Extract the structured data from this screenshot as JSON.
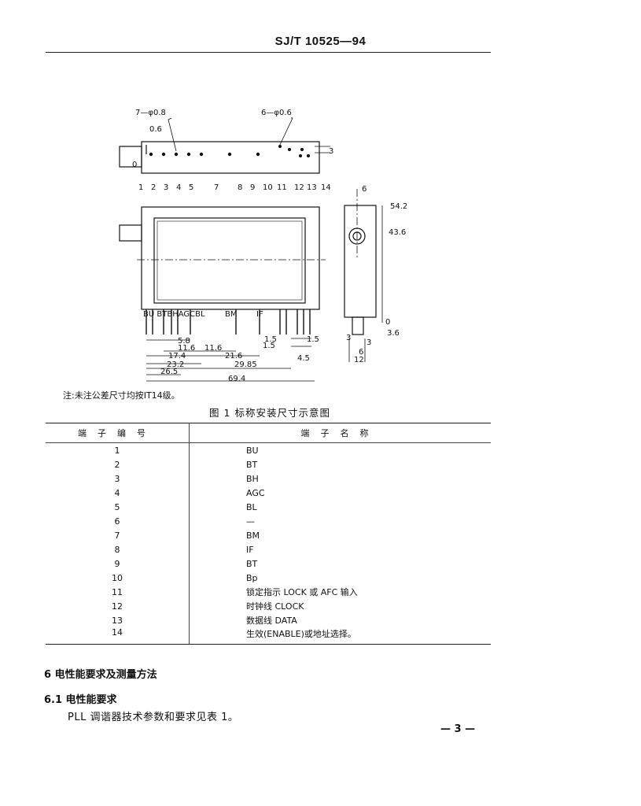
{
  "header": {
    "standard_code": "SJ/T 10525—94"
  },
  "figure": {
    "top_labels": {
      "hole_7": "7—φ0.8",
      "hole_6": "6—φ0.6",
      "dim_0_6": "0.6",
      "dim_0": "0",
      "dim_3": "3"
    },
    "pin_numbers": [
      "1",
      "2",
      "3",
      "4",
      "5",
      "7",
      "8",
      "9",
      "10",
      "11",
      "12",
      "13",
      "14"
    ],
    "pin_labels": "BU BTBHAGCBL",
    "pin_label_bm": "BM",
    "pin_label_if": "IF",
    "dims": [
      "5.8",
      "1.5",
      "1.5",
      "11.6",
      "11.6",
      "1.5",
      "17.4",
      "21.6",
      "23.2",
      "29.85",
      "4.5",
      "26.5",
      "69.4"
    ],
    "side_dims": [
      "6",
      "54.2",
      "43.6",
      "0",
      "3",
      "3.6",
      "3",
      "6",
      "12"
    ]
  },
  "note": "注:未注公差尺寸均按IT14级。",
  "caption": "图 1   标称安装尺寸示意图",
  "pin_table": {
    "headers": [
      "端子编号",
      "端子名称"
    ],
    "rows": [
      {
        "num": "1",
        "name": "BU"
      },
      {
        "num": "2",
        "name": "BT"
      },
      {
        "num": "3",
        "name": "BH"
      },
      {
        "num": "4",
        "name": "AGC"
      },
      {
        "num": "5",
        "name": "BL"
      },
      {
        "num": "6",
        "name": "—"
      },
      {
        "num": "7",
        "name": "BM"
      },
      {
        "num": "8",
        "name": "IF"
      },
      {
        "num": "9",
        "name": "BT"
      },
      {
        "num": "10",
        "name": "Bp"
      },
      {
        "num": "11",
        "name": "锁定指示 LOCK 或 AFC 输入"
      },
      {
        "num": "12",
        "name": "时钟线 CLOCK"
      },
      {
        "num": "13",
        "name": "数据线 DATA"
      },
      {
        "num": "14",
        "name": "生效(ENABLE)或地址选择。"
      }
    ]
  },
  "section6": {
    "heading": "6  电性能要求及测量方法"
  },
  "section6_1": {
    "heading": "6.1  电性能要求",
    "text": "PLL 调谐器技术参数和要求见表 1。"
  },
  "page_number": "— 3 —"
}
